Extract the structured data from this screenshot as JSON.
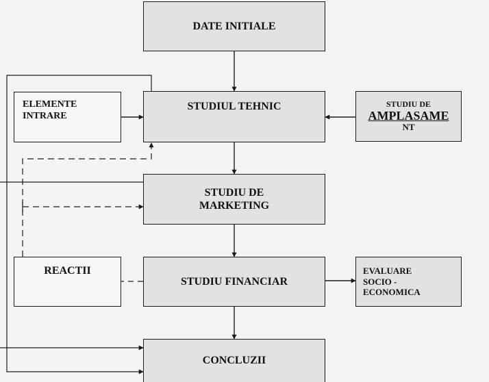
{
  "nodes": {
    "date_initiale": "DATE INITIALE",
    "studiul_tehnic": "STUDIUL TEHNIC",
    "elemente_intrare": {
      "line1": "ELEMENTE",
      "line2": "INTRARE"
    },
    "studiu_amplasament": {
      "line1": "STUDIU DE",
      "line2": "AMPLASAME",
      "line3": "NT"
    },
    "studiu_marketing": {
      "line1": "STUDIU DE",
      "line2": "MARKETING"
    },
    "reactii": "REACTII",
    "studiu_financiar": "STUDIU FINANCIAR",
    "evaluare_socio": {
      "line1": "EVALUARE",
      "line2": "SOCIO -",
      "line3": "ECONOMICA"
    },
    "concluzii": "CONCLUZII"
  },
  "colors": {
    "stroke": "#1a1a1a",
    "shaded_fill": "#e2e2e0",
    "plain_fill": "#f7f7f5",
    "background": "#f4f4f2"
  }
}
